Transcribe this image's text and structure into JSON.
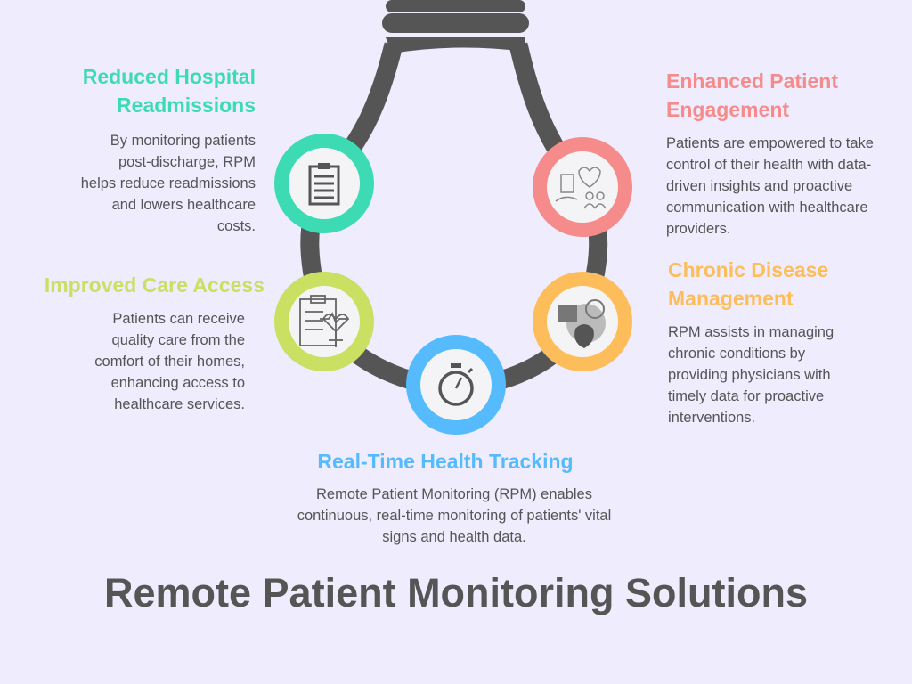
{
  "colors": {
    "green": "#3ddbb4",
    "pink": "#f68b8b",
    "lime": "#c9e063",
    "orange": "#fdbd5a",
    "blue": "#56bbfd",
    "dark": "#555555"
  },
  "sections": [
    {
      "heading": "Reduced Hospital Readmissions",
      "text": "By monitoring patients post-discharge, RPM helps reduce readmissions and lowers healthcare costs.",
      "icon": "clipboard-checklist-icon"
    },
    {
      "heading": "Enhanced Patient Engagement",
      "text": "Patients are empowered to take control of their health with data-driven insights and proactive communication with healthcare providers.",
      "icon": "patient-engagement-icon"
    },
    {
      "heading": "Improved Care Access",
      "text": "Patients can receive quality care from the comfort of their homes, enhancing access to healthcare services.",
      "icon": "medical-clipboard-icon"
    },
    {
      "heading": "Chronic Disease Management",
      "text": "RPM assists in managing chronic conditions by providing physicians with timely data for proactive interventions.",
      "icon": "heart-disease-icon"
    },
    {
      "heading": "Real-Time Health Tracking",
      "text": "Remote Patient Monitoring (RPM) enables continuous, real-time monitoring of patients' vital signs and health data.",
      "icon": "stopwatch-icon"
    }
  ],
  "title": "Remote Patient Monitoring Solutions"
}
